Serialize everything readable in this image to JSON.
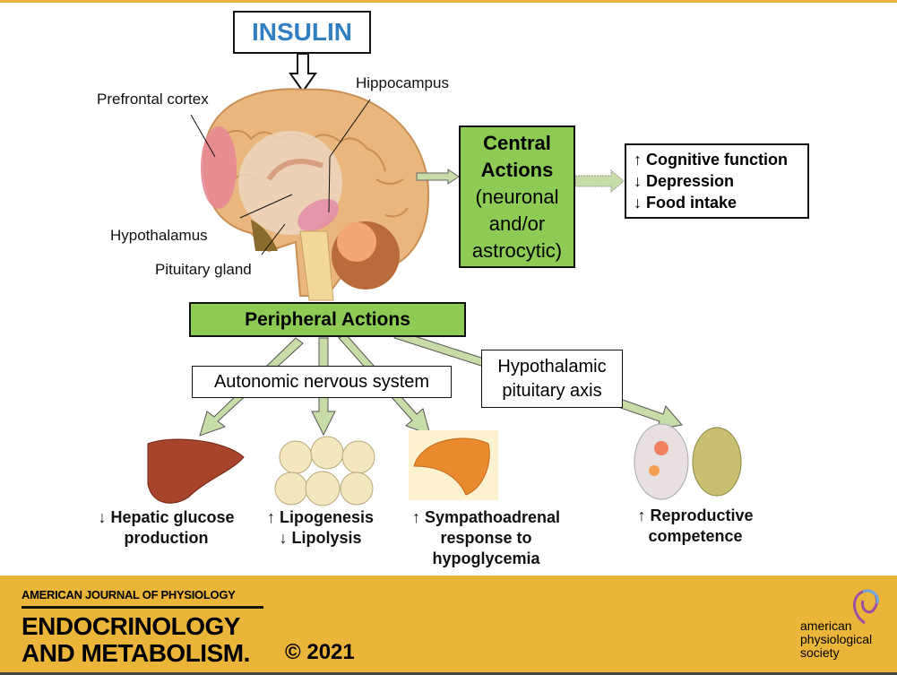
{
  "insulin": "INSULIN",
  "brain_labels": {
    "prefrontal": "Prefrontal cortex",
    "hippocampus": "Hippocampus",
    "hypothalamus": "Hypothalamus",
    "pituitary": "Pituitary gland"
  },
  "central": {
    "line1": "Central",
    "line2": "Actions",
    "line3": "(neuronal",
    "line4": "and/or",
    "line5": "astrocytic)"
  },
  "central_effects": [
    "↑ Cognitive function",
    "↓ Depression",
    "↓ Food intake"
  ],
  "peripheral": "Peripheral Actions",
  "ans": "Autonomic nervous system",
  "hpa": {
    "line1": "Hypothalamic",
    "line2": "pituitary axis"
  },
  "outcomes": {
    "liver": {
      "line1": "↓ Hepatic glucose",
      "line2": "production"
    },
    "fat": {
      "line1": "↑ Lipogenesis",
      "line2": "↓ Lipolysis"
    },
    "adrenal": {
      "line1": "↑ Sympathoadrenal",
      "line2": "response to",
      "line3": "hypoglycemia"
    },
    "repro": {
      "line1": "↑ Reproductive",
      "line2": "competence"
    }
  },
  "footer": {
    "journal_top": "AMERICAN JOURNAL OF PHYSIOLOGY",
    "journal_line1": "ENDOCRINOLOGY",
    "journal_line2": "AND METABOLISM.",
    "copyright": "© 2021",
    "society": [
      "american",
      "physiological",
      "society"
    ]
  },
  "colors": {
    "green": "#8DCB54",
    "insulin_blue": "#2F7FC1",
    "footer": "#EBB53A"
  }
}
